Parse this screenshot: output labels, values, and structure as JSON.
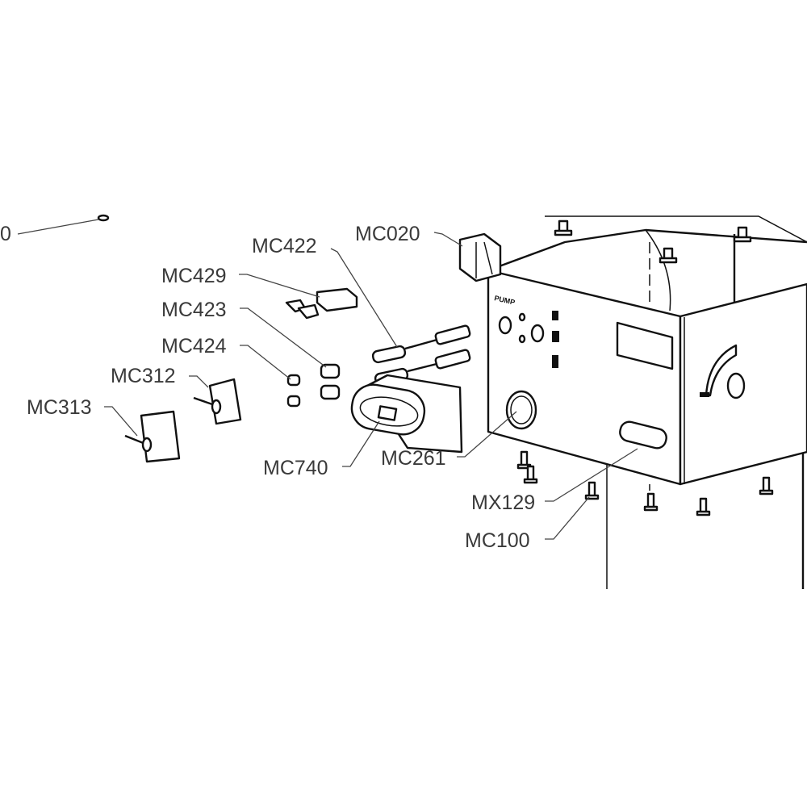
{
  "diagram": {
    "title": "Exploded parts diagram - control panel",
    "labels": {
      "partial": "0",
      "mc422": "MC422",
      "mc020": "MC020",
      "mc429": "MC429",
      "mc423": "MC423",
      "mc424": "MC424",
      "mc312": "MC312",
      "mc313": "MC313",
      "mc740": "MC740",
      "mc261": "MC261",
      "mx129": "MX129",
      "mc100": "MC100"
    },
    "panel_text": "PUMP"
  }
}
